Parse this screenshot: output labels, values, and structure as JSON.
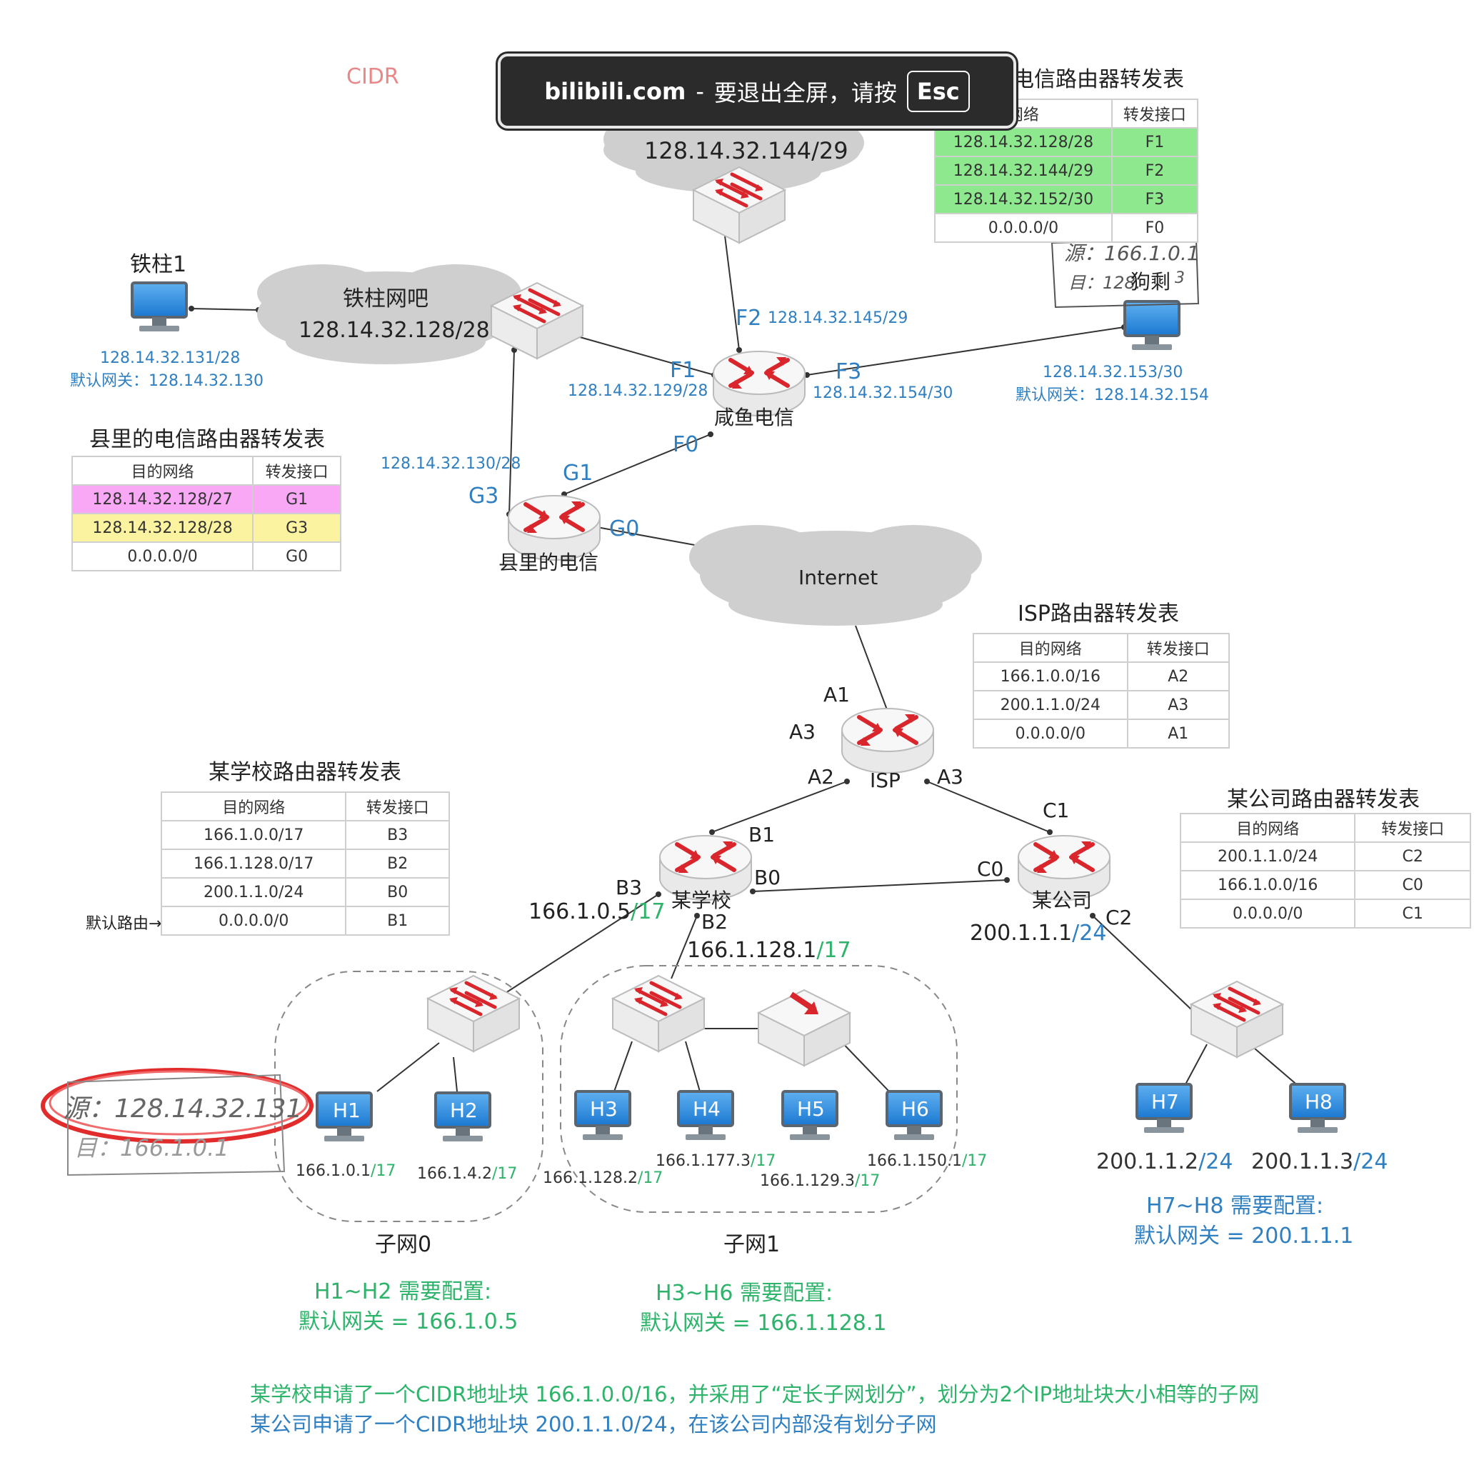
{
  "overlay": {
    "site": "bilibili.com",
    "sep": "-",
    "message": "要退出全屏，请按",
    "key": "Esc"
  },
  "corner_note": "CIDR",
  "clouds": {
    "top_net_partial": "128.14.32.144/29",
    "tiezhu_name": "铁柱网吧",
    "tiezhu_net": "128.14.32.128/28",
    "internet": "Internet"
  },
  "devices": {
    "tiezhu1": "铁柱1",
    "gousheng": "狗剩",
    "xianyu": "咸鱼电信",
    "county": "县里的电信",
    "isp": "ISP",
    "school": "某学校",
    "company": "某公司",
    "H1": "H1",
    "H2": "H2",
    "H3": "H3",
    "H4": "H4",
    "H5": "H5",
    "H6": "H6",
    "H7": "H7",
    "H8": "H8"
  },
  "labels": {
    "tiezhu_ip": "128.14.32.131/28",
    "tiezhu_gw": "默认网关：128.14.32.130",
    "gousheng_ip": "128.14.32.153/30",
    "gousheng_gw": "默认网关：128.14.32.154",
    "F1": "F1",
    "F1_ip": "128.14.32.129/28",
    "F2": "F2",
    "F2_ip": "128.14.32.145/29",
    "F3": "F3",
    "F3_ip": "128.14.32.154/30",
    "F0": "F0",
    "G1": "G1",
    "G3": "G3",
    "G3_ip": "128.14.32.130/28",
    "G0": "G0",
    "A1": "A1",
    "A3a": "A3",
    "A2": "A2",
    "A3b": "A3",
    "B1": "B1",
    "B0": "B0",
    "B3": "B3",
    "B2": "B2",
    "C1": "C1",
    "C0": "C0",
    "C2": "C2",
    "B3_ip": "166.1.0.5",
    "B3_mask": "/17",
    "B2_ip": "166.1.128.1",
    "B2_mask": "/17",
    "C2_ip": "200.1.1.1",
    "C2_mask": "/24",
    "H1_ip": "166.1.0.1",
    "H1_mask": "/17",
    "H2_ip": "166.1.4.2",
    "H2_mask": "/17",
    "H3_ip": "166.1.128.2",
    "H3_mask": "/17",
    "H4_ip": "166.1.177.3",
    "H4_mask": "/17",
    "H5_ip": "166.1.129.3",
    "H5_mask": "/17",
    "H6_ip": "166.1.150.1",
    "H6_mask": "/17",
    "H7_ip": "200.1.1.2",
    "H7_mask": "/24",
    "H8_ip": "200.1.1.3",
    "H8_mask": "/24",
    "subnet0": "子网0",
    "subnet1": "子网1",
    "cfg0_l1": "H1~H2 需要配置:",
    "cfg0_l2": "默认网关 = 166.1.0.5",
    "cfg1_l1": "H3~H6 需要配置:",
    "cfg1_l2": "默认网关 = 166.1.128.1",
    "cfg2_l1": "H7~H8 需要配置:",
    "cfg2_l2": "默认网关 = 200.1.1.1",
    "default_route": "默认路由→",
    "note1": "某学校申请了一个CIDR地址块 166.1.0.0/16，并采用了“定长子网划分”，划分为2个IP地址块大小相等的子网",
    "note2": "某公司申请了一个CIDR地址块 200.1.1.0/24，在该公司内部没有划分子网"
  },
  "handwriting": {
    "top_src": "源：166.1.0.1",
    "top_dst": "目：128.",
    "top_dst_end": "3",
    "bottom_src": "源：128.14.32.131",
    "bottom_dst": "目：166.1.0.1"
  },
  "tables": {
    "xianyu": {
      "title": "电信路由器转发表",
      "headers": [
        "网络",
        "转发接口"
      ],
      "rows": [
        [
          "128.14.32.128/28",
          "F1"
        ],
        [
          "128.14.32.144/29",
          "F2"
        ],
        [
          "128.14.32.152/30",
          "F3"
        ],
        [
          "0.0.0.0/0",
          "F0"
        ]
      ]
    },
    "county": {
      "title": "县里的电信路由器转发表",
      "headers": [
        "目的网络",
        "转发接口"
      ],
      "rows": [
        [
          "128.14.32.128/27",
          "G1"
        ],
        [
          "128.14.32.128/28",
          "G3"
        ],
        [
          "0.0.0.0/0",
          "G0"
        ]
      ]
    },
    "isp": {
      "title": "ISP路由器转发表",
      "headers": [
        "目的网络",
        "转发接口"
      ],
      "rows": [
        [
          "166.1.0.0/16",
          "A2"
        ],
        [
          "200.1.1.0/24",
          "A3"
        ],
        [
          "0.0.0.0/0",
          "A1"
        ]
      ]
    },
    "school": {
      "title": "某学校路由器转发表",
      "headers": [
        "目的网络",
        "转发接口"
      ],
      "rows": [
        [
          "166.1.0.0/17",
          "B3"
        ],
        [
          "166.1.128.0/17",
          "B2"
        ],
        [
          "200.1.1.0/24",
          "B0"
        ],
        [
          "0.0.0.0/0",
          "B1"
        ]
      ]
    },
    "company": {
      "title": "某公司路由器转发表",
      "headers": [
        "目的网络",
        "转发接口"
      ],
      "rows": [
        [
          "200.1.1.0/24",
          "C2"
        ],
        [
          "166.1.0.0/16",
          "C0"
        ],
        [
          "0.0.0.0/0",
          "C1"
        ]
      ]
    }
  },
  "colors": {
    "blue_label": "#2f7fc1",
    "green_text": "#2db36a",
    "router_red": "#d9262c",
    "pink_row": "#f8a8f5",
    "yellow_row": "#fbf3a0",
    "green_row": "#8ee88e",
    "circle_red": "#e22b2b"
  }
}
